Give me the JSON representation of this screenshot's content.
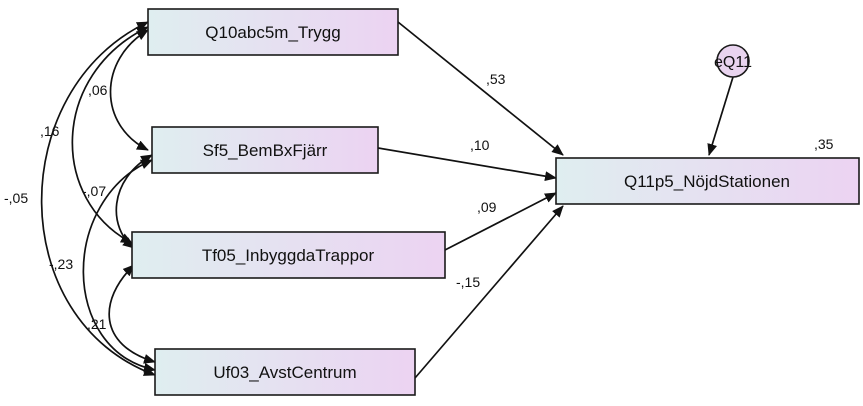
{
  "nodes": {
    "q10": "Q10abc5m_Trygg",
    "sf5": "Sf5_BemBxFjärr",
    "tf05": "Tf05_InbyggdaTrappor",
    "uf03": "Uf03_AvstCentrum",
    "q11": "Q11p5_NöjdStationen",
    "err": "eQ11"
  },
  "coefficients": {
    "q10_q11": ",53",
    "sf5_q11": ",10",
    "tf05_q11": ",09",
    "uf03_q11": "-,15",
    "r2_q11": ",35",
    "cov_q10_sf5": ",06",
    "cov_q10_tf05": ",16",
    "cov_q10_uf03": "-,05",
    "cov_sf5_tf05": "-,07",
    "cov_sf5_uf03": "-,23",
    "cov_tf05_uf03": ",21"
  },
  "colors": {
    "box_left": "#dfeef0",
    "box_right": "#ecd3f2",
    "error_fill": "#e9d4ef"
  }
}
